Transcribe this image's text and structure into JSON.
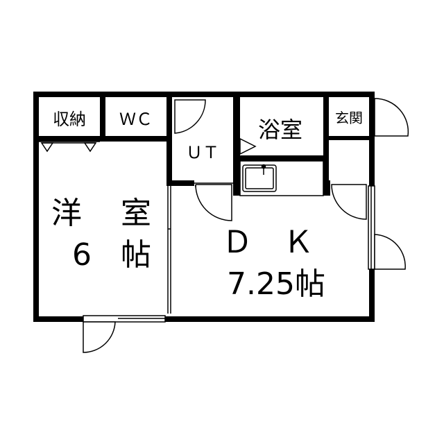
{
  "rooms": {
    "closet": "収納",
    "wc": "ＷＣ",
    "utility": "ＵＴ",
    "bath": "浴室",
    "entrance": "玄関",
    "western_room_name_1": "洋",
    "western_room_name_2": "室",
    "western_room_size_1": "6",
    "western_room_size_2": "帖",
    "dk_name": "Ｄ　Ｋ",
    "dk_size": "7.25帖"
  },
  "colors": {
    "wall": "#000000",
    "background": "#ffffff"
  }
}
